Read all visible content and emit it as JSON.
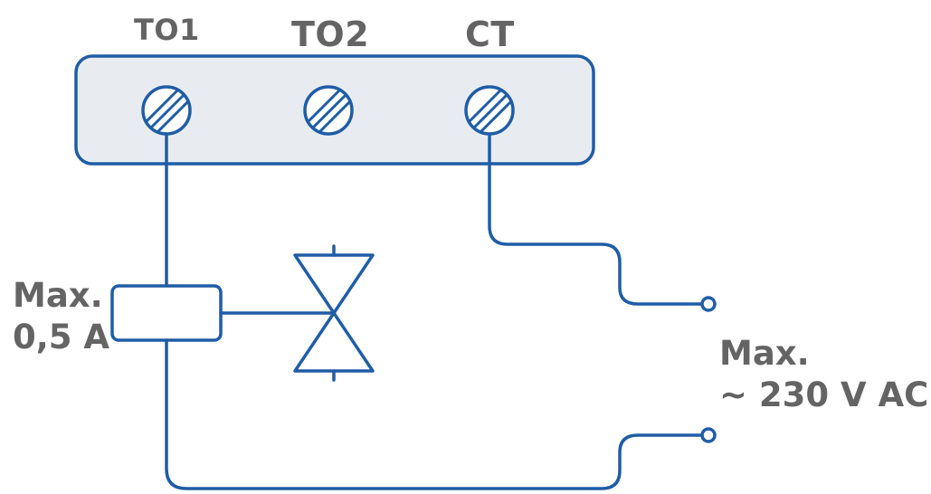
{
  "terminals": [
    {
      "id": "to1",
      "label": "TO1"
    },
    {
      "id": "to2",
      "label": "TO2"
    },
    {
      "id": "ct",
      "label": "CT"
    }
  ],
  "relay_rating": {
    "line1": "Max.",
    "line2": "0,5 A"
  },
  "supply_rating": {
    "line1": "Max.",
    "line2": "~ 230 V AC"
  },
  "colors": {
    "wire": "#1f5da6",
    "terminal_block_fill": "#e8ecf1",
    "terminal_fill": "#ffffff",
    "label_text": "#646464"
  },
  "icons": [
    "screw-terminal-icon",
    "valve-icon",
    "relay-coil-icon",
    "wire-terminal-icon"
  ]
}
